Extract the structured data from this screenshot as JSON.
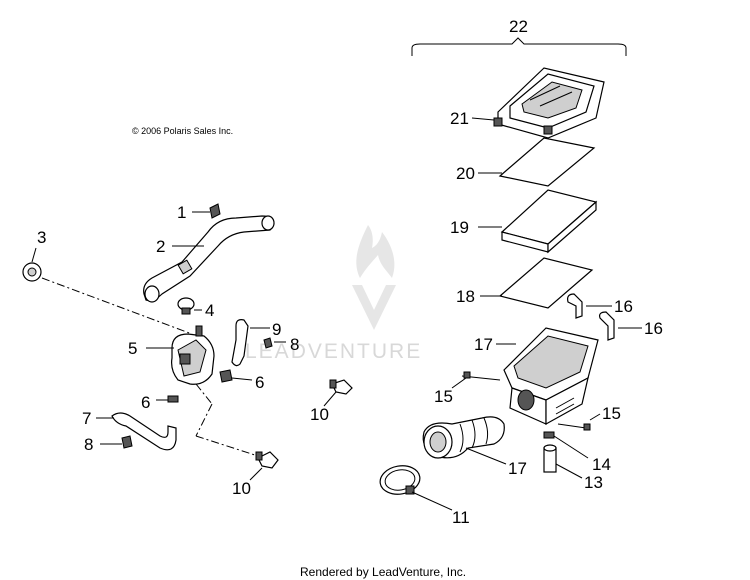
{
  "copyright": "© 2006 Polaris Sales Inc.",
  "footer": "Rendered by LeadVenture, Inc.",
  "watermark": "LEADVENTURE",
  "callouts": {
    "c22": "22",
    "c21": "21",
    "c20": "20",
    "c19": "19",
    "c18": "18",
    "c16a": "16",
    "c16b": "16",
    "c17a": "17",
    "c17b": "17",
    "c15a": "15",
    "c15b": "15",
    "c14": "14",
    "c13": "13",
    "c11": "11",
    "c1": "1",
    "c2": "2",
    "c3": "3",
    "c4": "4",
    "c5": "5",
    "c6a": "6",
    "c6b": "6",
    "c7": "7",
    "c8a": "8",
    "c8b": "8",
    "c9": "9",
    "c10a": "10",
    "c10b": "10"
  }
}
